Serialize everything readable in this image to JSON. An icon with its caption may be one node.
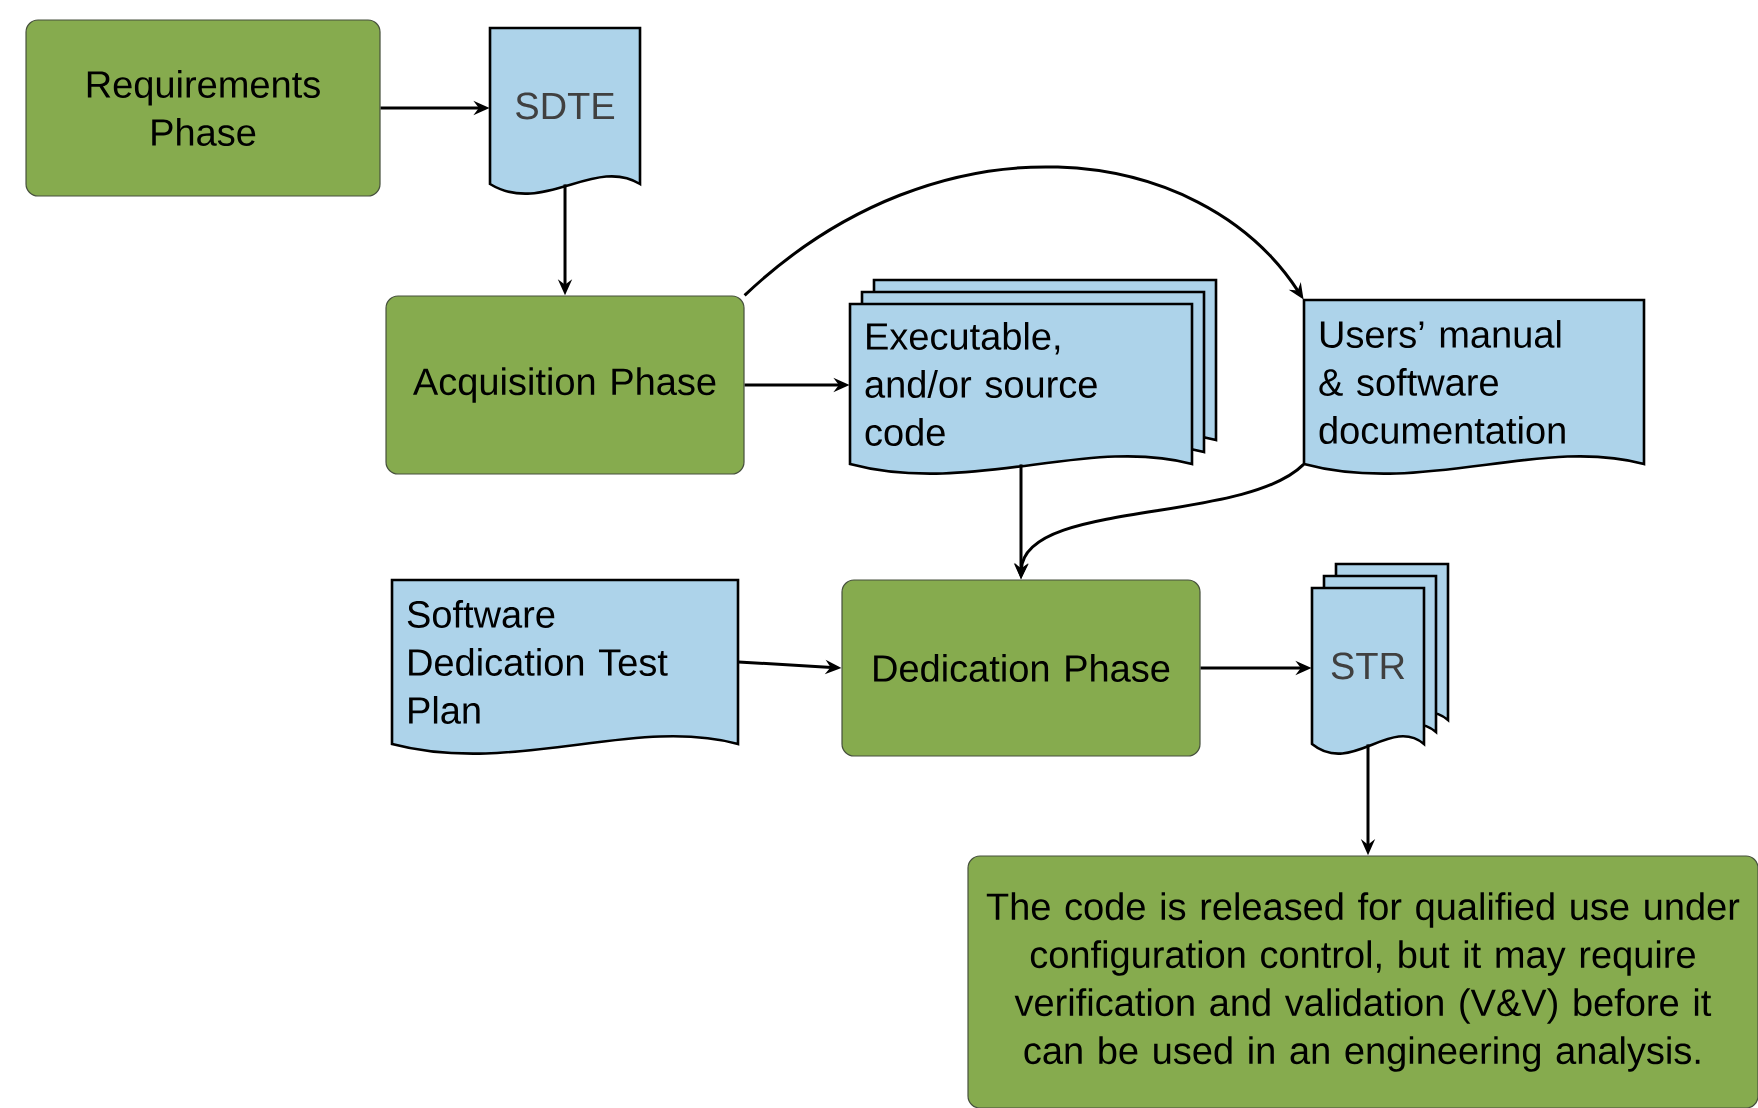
{
  "diagram": {
    "nodes": [
      {
        "text": [
          "Requirements Phase"
        ]
      },
      {
        "text": [
          "SDTE"
        ]
      },
      {
        "text": [
          "Acquisition Phase"
        ]
      },
      {
        "text": [
          "Executable, and/or source code"
        ]
      },
      {
        "text": [
          "Users’ manual & software documentation"
        ]
      },
      {
        "text": [
          "Software Dedication Test Plan"
        ]
      },
      {
        "text": [
          "Dedication Phase"
        ]
      },
      {
        "text": [
          "STR"
        ]
      },
      {
        "text": [
          "The code is released for qualified use under configuration control, but it may require verification and validation (V&V) before it can be used in an engineering analysis."
        ]
      }
    ],
    "edges": [
      {
        "from": 0,
        "to": 1,
        "arrow": "to"
      },
      {
        "from": 1,
        "to": 2,
        "arrow": "to"
      },
      {
        "from": 2,
        "to": 3,
        "arrow": "to"
      },
      {
        "from": 2,
        "to": 4,
        "arrow": "to"
      },
      {
        "from": 3,
        "to": 6,
        "arrow": "to"
      },
      {
        "from": 4,
        "to": 6,
        "arrow": "to"
      },
      {
        "from": 5,
        "to": 6,
        "arrow": "to"
      },
      {
        "from": 6,
        "to": 7,
        "arrow": "to"
      },
      {
        "from": 7,
        "to": 8,
        "arrow": "to"
      }
    ]
  }
}
